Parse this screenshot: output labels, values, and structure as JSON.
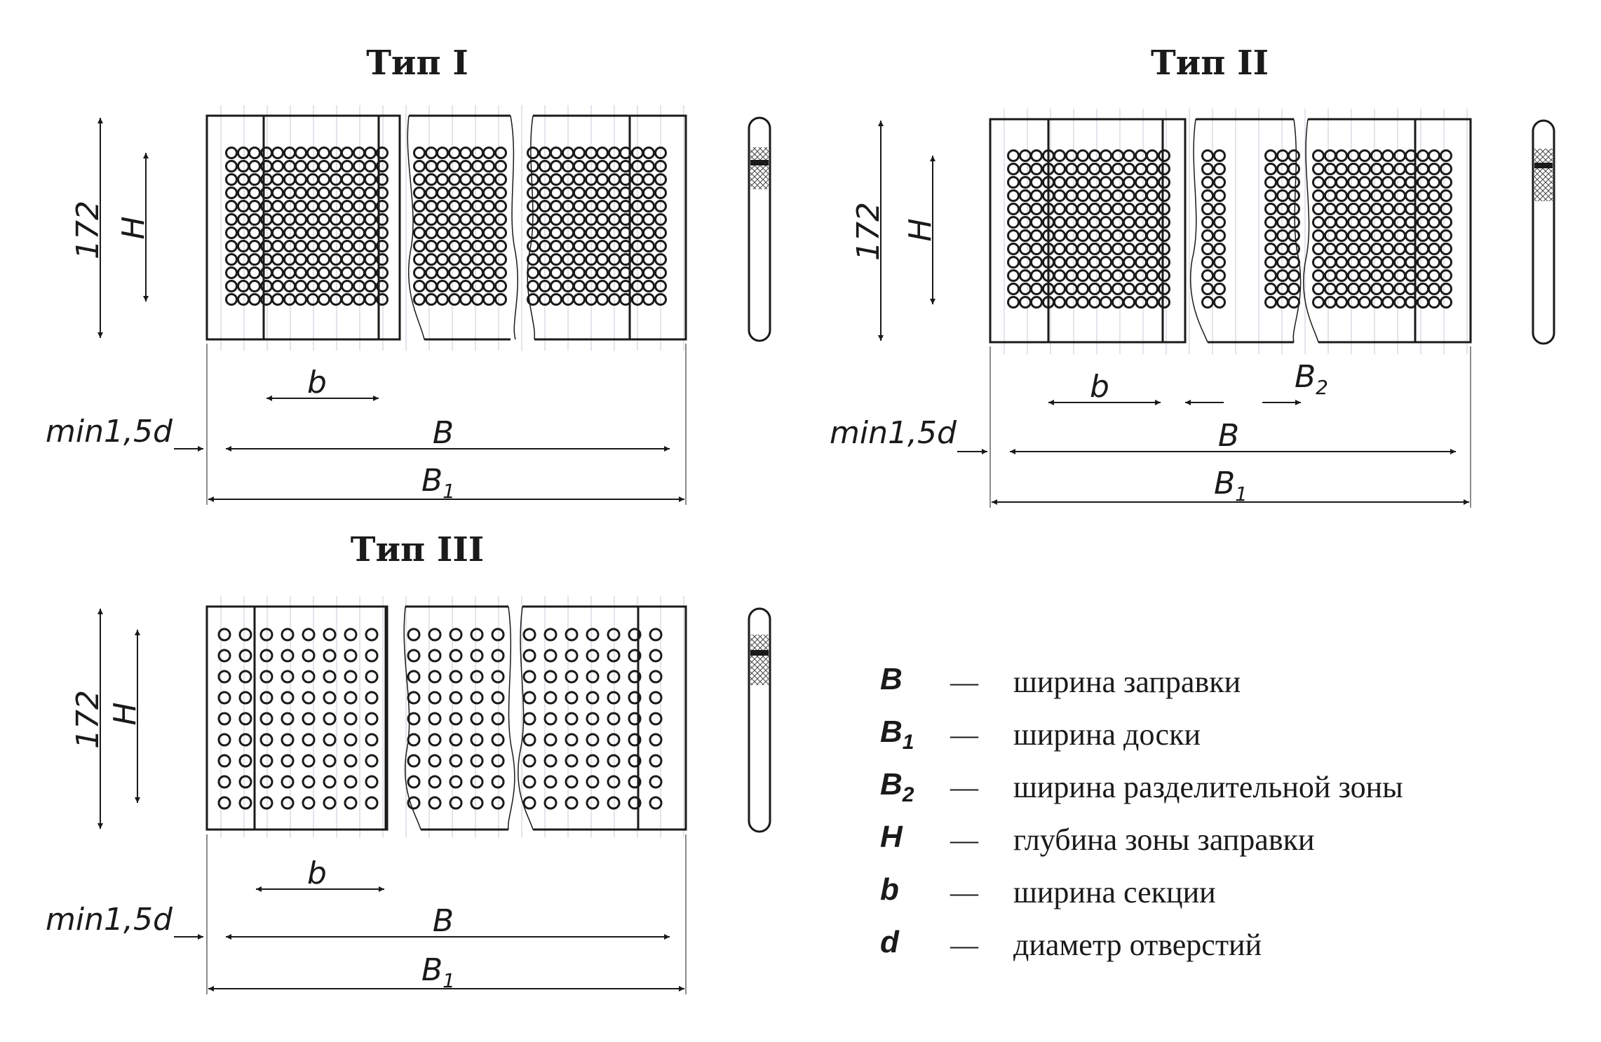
{
  "panels": [
    {
      "id": "type-1",
      "title": "Тип I",
      "dim_height": "172",
      "dim_zone": "H",
      "dim_section": "b",
      "dim_margin": "min1,5d",
      "dim_width": "B",
      "dim_total": "B",
      "dim_total_sub": "1"
    },
    {
      "id": "type-2",
      "title": "Тип II",
      "dim_height": "172",
      "dim_zone": "H",
      "dim_section": "b",
      "dim_separator": "B",
      "dim_separator_sub": "2",
      "dim_margin": "min1,5d",
      "dim_width": "B",
      "dim_total": "B",
      "dim_total_sub": "1"
    },
    {
      "id": "type-3",
      "title": "Тип III",
      "dim_height": "172",
      "dim_zone": "H",
      "dim_section": "b",
      "dim_margin": "min1,5d",
      "dim_width": "B",
      "dim_total": "B",
      "dim_total_sub": "1"
    }
  ],
  "legend": [
    {
      "symbol": "B",
      "sub": "",
      "dash": "—",
      "text": "ширина заправки"
    },
    {
      "symbol": "B",
      "sub": "1",
      "dash": "—",
      "text": "ширина доски"
    },
    {
      "symbol": "B",
      "sub": "2",
      "dash": "—",
      "text": "ширина разделительной зоны"
    },
    {
      "symbol": "H",
      "sub": "",
      "dash": "—",
      "text": "глубина зоны заправки"
    },
    {
      "symbol": "b",
      "sub": "",
      "dash": "—",
      "text": "ширина секции"
    },
    {
      "symbol": "d",
      "sub": "",
      "dash": "—",
      "text": "диаметр отверстий"
    }
  ],
  "colors": {
    "ink": "#1a1a1a",
    "guide": "#c8c8d8"
  }
}
